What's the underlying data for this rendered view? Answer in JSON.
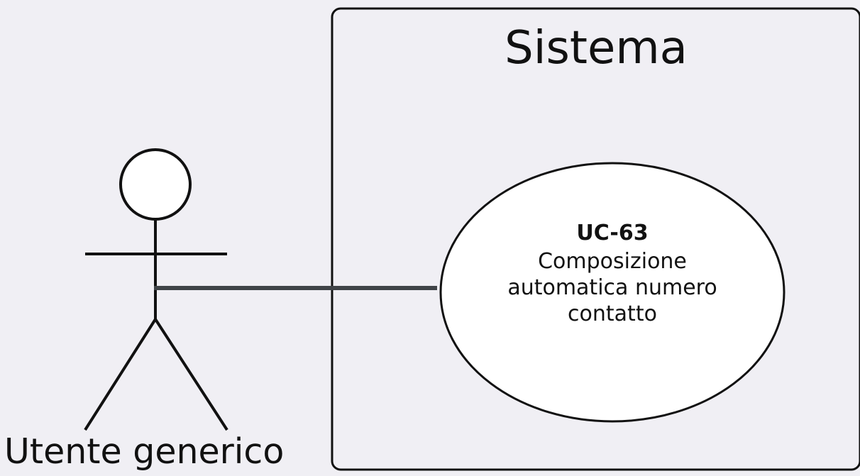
{
  "diagram": {
    "system": {
      "title": "Sistema"
    },
    "actor": {
      "name": "Utente generico"
    },
    "use_case": {
      "id": "UC-63",
      "name": "Composizione automatica numero contatto"
    },
    "colors": {
      "background": "#f0eff4",
      "stroke": "#111111",
      "association": "#3f4347",
      "ellipse_fill": "#ffffff"
    }
  }
}
